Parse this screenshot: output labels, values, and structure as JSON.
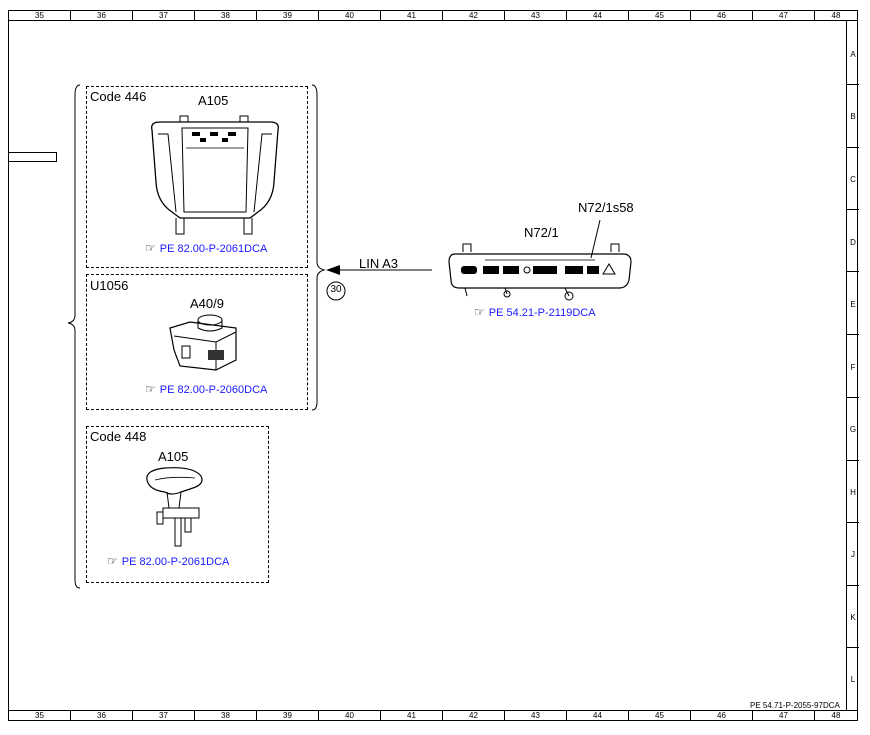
{
  "columns": [
    "35",
    "36",
    "37",
    "38",
    "39",
    "40",
    "41",
    "42",
    "43",
    "44",
    "45",
    "46",
    "47",
    "48"
  ],
  "rows": [
    "A",
    "B",
    "C",
    "D",
    "E",
    "F",
    "G",
    "H",
    "J",
    "K",
    "L"
  ],
  "group_top": {
    "box1": {
      "code": "Code 446",
      "component": "A105",
      "ref": "PE 82.00-P-2061DCA"
    },
    "box2": {
      "code": "U1056",
      "component": "A40/9",
      "ref": "PE 82.00-P-2060DCA"
    }
  },
  "box3": {
    "code": "Code 448",
    "component": "A105",
    "ref": "PE 82.00-P-2061DCA"
  },
  "connection": {
    "label": "LIN A3",
    "node": "30"
  },
  "right_unit": {
    "component": "N72/1",
    "switch": "N72/1s58",
    "ref": "PE 54.21-P-2119DCA"
  },
  "doc_code": "PE 54.71-P-2055-97DCA",
  "icons": {
    "ref_icon": "pointing-hand-icon"
  }
}
